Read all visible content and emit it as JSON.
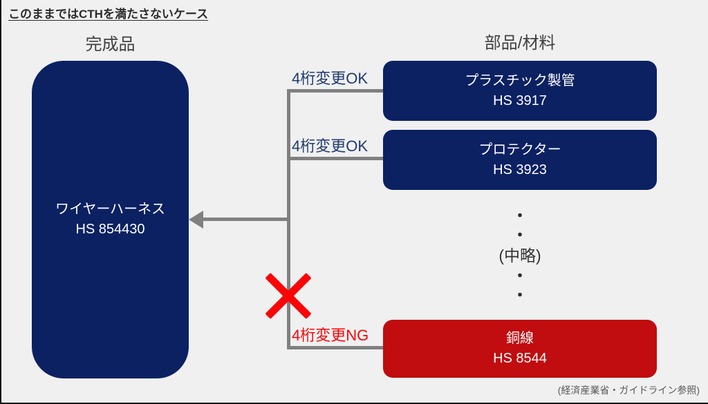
{
  "title": "このままではCTHを満たさないケース",
  "headings": {
    "left": "完成品",
    "right": "部品/材料"
  },
  "finished_product": {
    "name": "ワイヤーハーネス",
    "hs_code": "HS 854430"
  },
  "parts": [
    {
      "name": "プラスチック製管",
      "hs_code": "HS 3917",
      "change_label": "4桁変更OK",
      "status": "ok"
    },
    {
      "name": "プロテクター",
      "hs_code": "HS 3923",
      "change_label": "4桁変更OK",
      "status": "ok"
    },
    {
      "name": "銅線",
      "hs_code": "HS 8544",
      "change_label": "4桁変更NG",
      "status": "ng"
    }
  ],
  "ellipsis": {
    "dot": "・",
    "omitted": "(中略)"
  },
  "caption": "(経済産業省・ガイドライン参照)",
  "icons": {
    "flow_arrow": "left-arrowhead",
    "rejection_mark": "red-cross"
  },
  "colors": {
    "background": "#f0f0f1",
    "navy": "#0b2162",
    "box_red": "#c10c10",
    "line_gray": "#808080",
    "label_navy": "#1f3a6e",
    "label_red": "#fa0505",
    "x_red": "#fa0505"
  }
}
